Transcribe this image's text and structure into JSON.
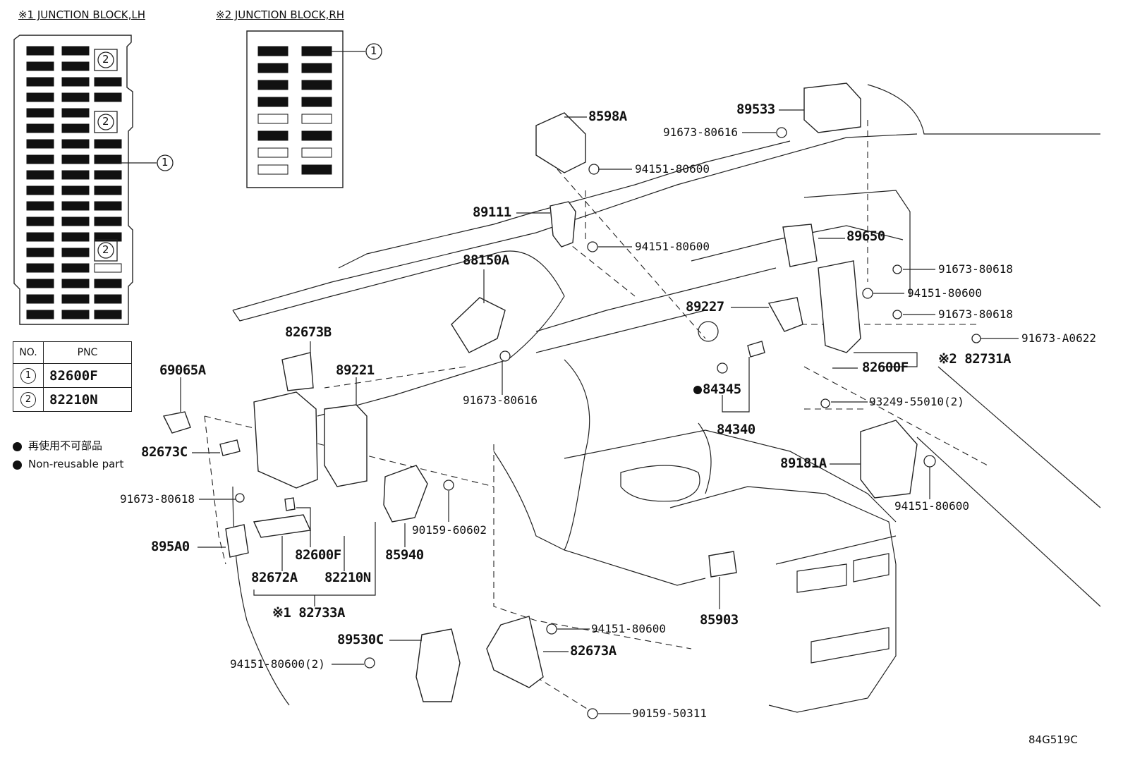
{
  "junction_block_lh": {
    "title": "※1 JUNCTION BLOCK,LH",
    "callout_1": "1",
    "callout_2": "2"
  },
  "junction_block_rh": {
    "title": "※2 JUNCTION BLOCK,RH",
    "callout_1": "1"
  },
  "table": {
    "headers": [
      "NO.",
      "PNC"
    ],
    "rows": [
      {
        "no": "1",
        "pnc": "82600F"
      },
      {
        "no": "2",
        "pnc": "82210N"
      }
    ]
  },
  "legend": {
    "jp": "再使用不可部品",
    "en": "Non-reusable part"
  },
  "labels": {
    "p8598A": "8598A",
    "p89533": "89533",
    "b91673_80616_top": "91673-80616",
    "n94151_80600_a": "94151-80600",
    "p89111": "89111",
    "n94151_80600_b": "94151-80600",
    "p88150A": "88150A",
    "p89650": "89650",
    "b91673_80618_r1": "91673-80618",
    "n94151_80600_r": "94151-80600",
    "b91673_80618_r2": "91673-80618",
    "b91673_A0622": "91673-A0622",
    "p89227": "89227",
    "p82673B": "82673B",
    "p89221": "89221",
    "p69065A": "69065A",
    "b91673_80616_mid": "91673-80616",
    "p84345": "84345",
    "p84340": "84340",
    "p82600F_r": "82600F",
    "p82731A": "※2 82731A",
    "b93249": "93249-55010(2)",
    "p82673C": "82673C",
    "p89181A": "89181A",
    "b91673_80618_l": "91673-80618",
    "n94151_80600_rr": "94151-80600",
    "b90159_60602": "90159-60602",
    "p895A0": "895A0",
    "p85940": "85940",
    "p82600F_l": "82600F",
    "p82672A": "82672A",
    "p82210N": "82210N",
    "p82733A": "※1 82733A",
    "p85903": "85903",
    "p89530C": "89530C",
    "n94151_80600_c": "94151-80600",
    "n94151_80600_2": "94151-80600(2)",
    "p82673A": "82673A",
    "b90159_50311": "90159-50311"
  },
  "figure_ref": "84G519C"
}
